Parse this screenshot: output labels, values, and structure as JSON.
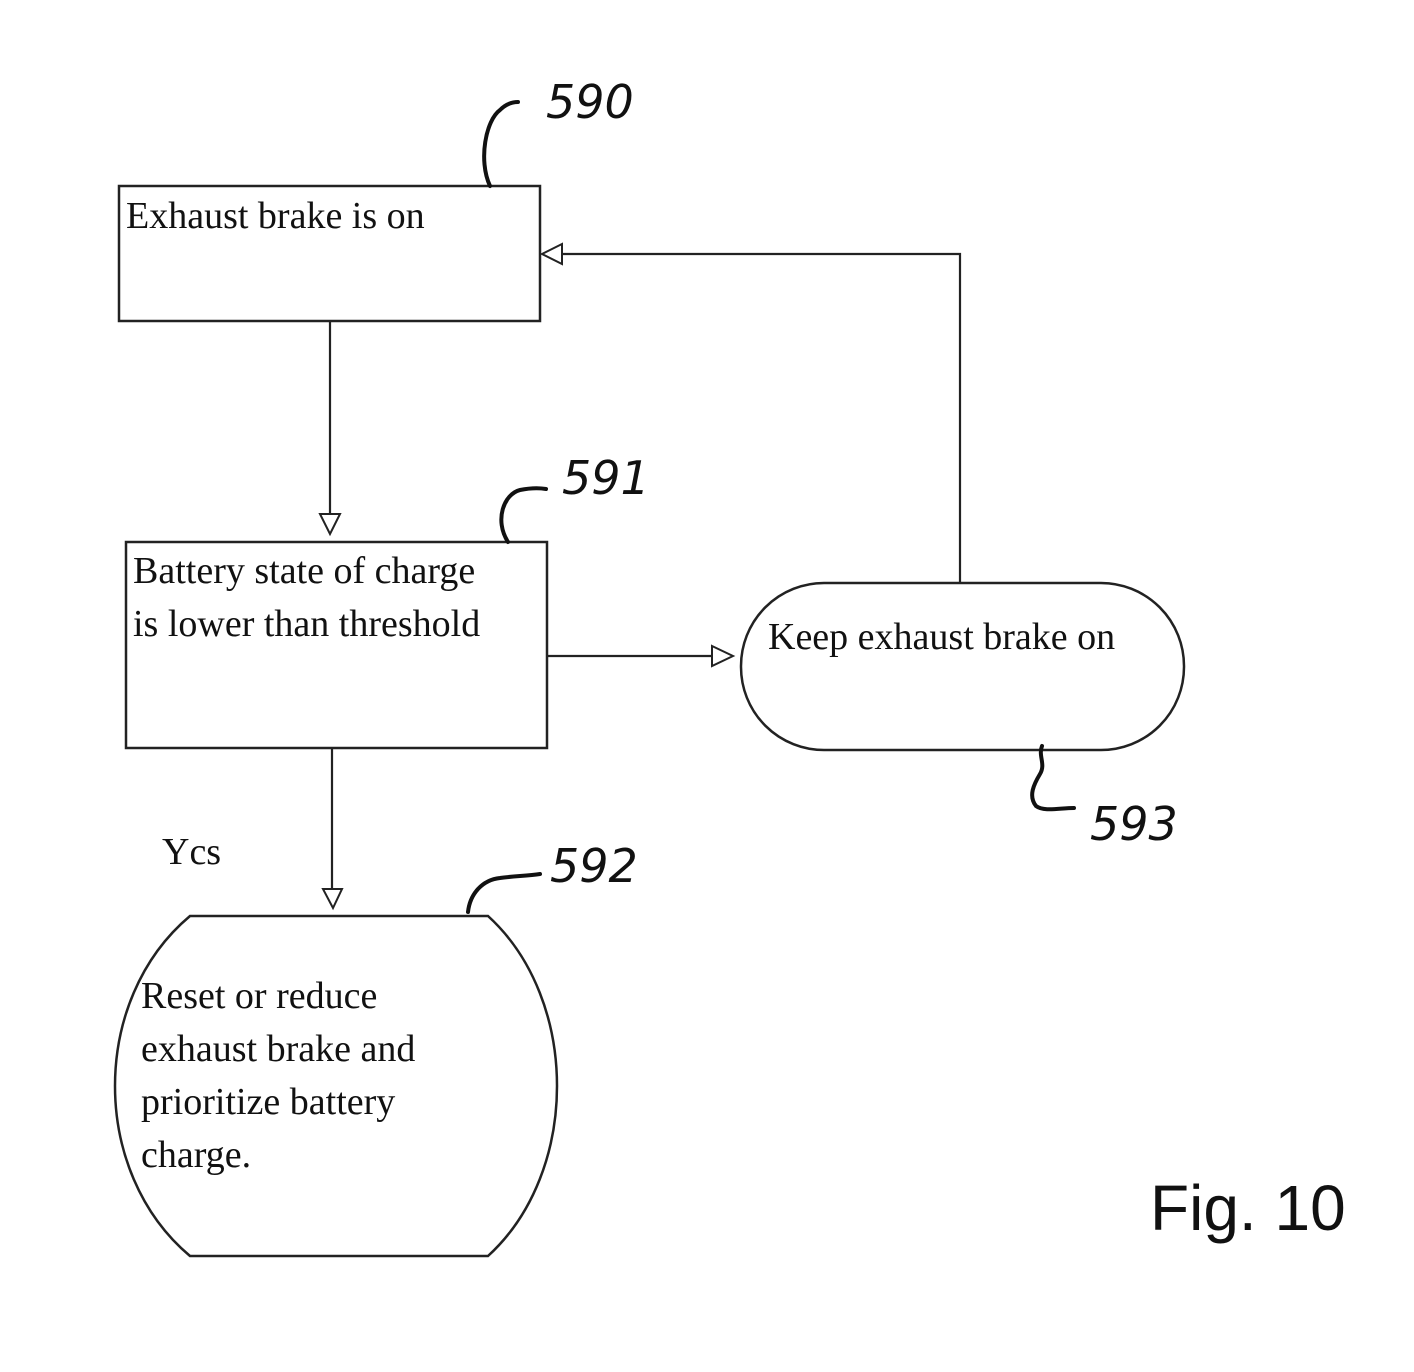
{
  "figure": {
    "label": "Fig. 10"
  },
  "nodes": {
    "s590": {
      "ref": "590",
      "lines": [
        "Exhaust brake is on"
      ]
    },
    "s591": {
      "ref": "591",
      "lines": [
        "Battery state of charge",
        "is lower than threshold"
      ]
    },
    "s592": {
      "ref": "592",
      "lines": [
        "Reset or reduce",
        "exhaust brake and",
        "prioritize battery",
        "charge."
      ]
    },
    "s593": {
      "ref": "593",
      "lines": [
        "Keep exhaust brake on"
      ]
    }
  },
  "edges": {
    "yes_label": "Ycs"
  },
  "colors": {
    "ink": "#222222",
    "paper": "#ffffff"
  }
}
